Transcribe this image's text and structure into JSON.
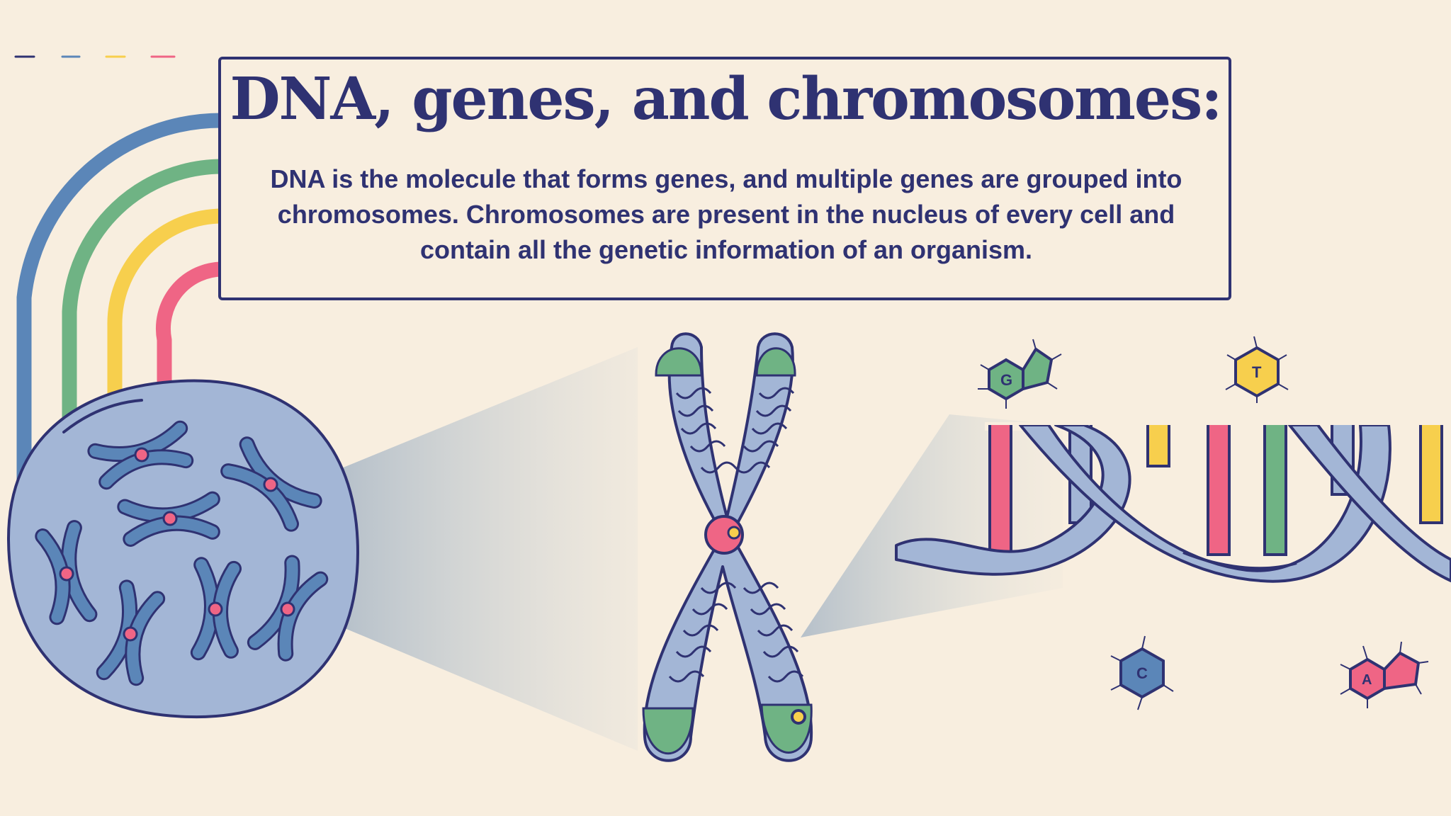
{
  "header": {
    "title": "DNA, genes, and chromosomes:",
    "description": "DNA is the molecule that forms genes, and multiple genes are grouped into chromosomes. Chromosomes are present in the nucleus of every cell and contain all the genetic information of an organism."
  },
  "bases": {
    "g": "G",
    "t": "T",
    "c": "C",
    "a": "A"
  },
  "colors": {
    "navy": "#2f3272",
    "blue": "#5b86b8",
    "green": "#6fb384",
    "yellow": "#f7cf4d",
    "pink": "#ef6585",
    "cell": "#a3b6d6",
    "background": "#f8eedf"
  }
}
